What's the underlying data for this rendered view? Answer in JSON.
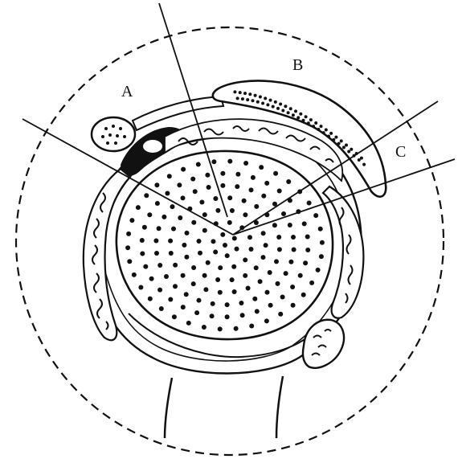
{
  "diagram": {
    "labels": {
      "a": "A",
      "b": "B",
      "c": "C"
    },
    "colors": {
      "ink": "#111111",
      "background": "#ffffff"
    }
  }
}
